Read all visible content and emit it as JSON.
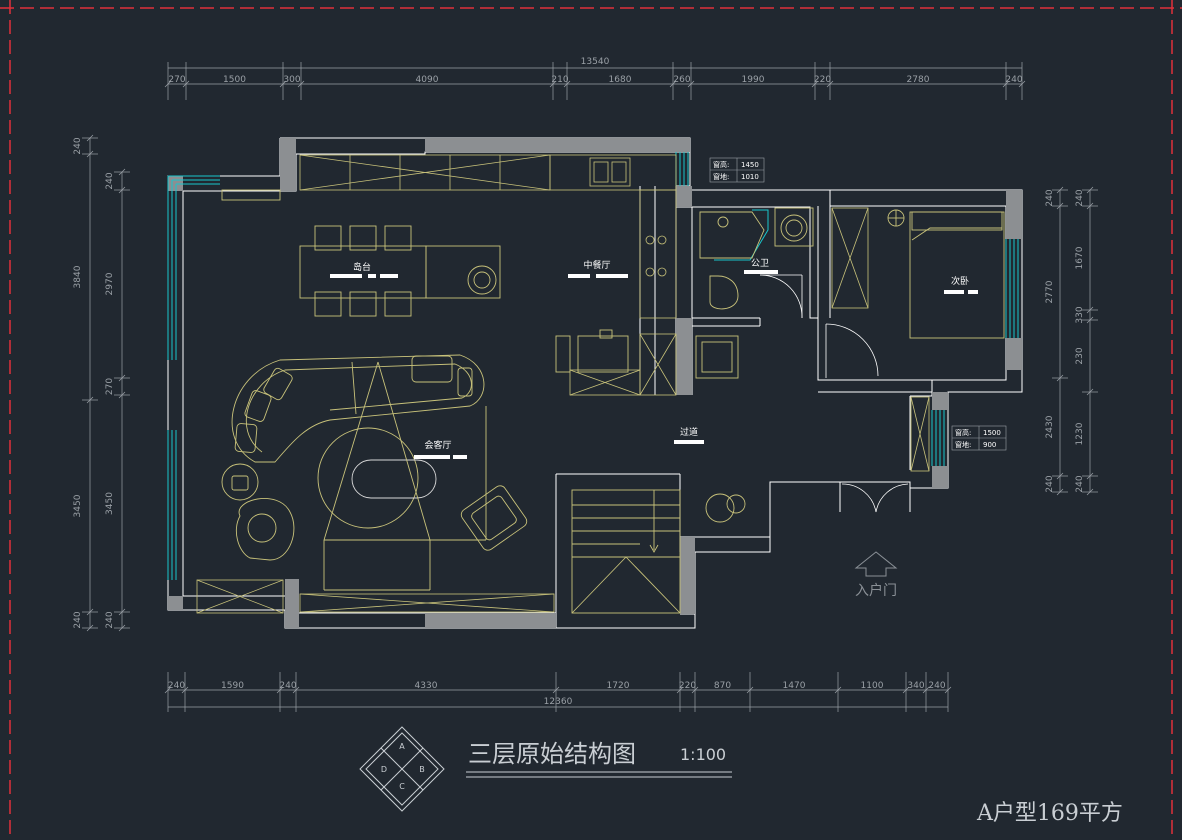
{
  "dimensions": {
    "top_total": "13540",
    "top": [
      "270",
      "1500",
      "300",
      "4090",
      "210",
      "1680",
      "260",
      "1990",
      "220",
      "2780",
      "240"
    ],
    "bottom_total": "12360",
    "bottom": [
      "240",
      "1590",
      "240",
      "4330",
      "1720",
      "220",
      "870",
      "1470",
      "1100",
      "340",
      "240"
    ],
    "left_outer": [
      "240",
      "3840",
      "3450",
      "240"
    ],
    "left_inner": [
      "240",
      "2970",
      "270",
      "3450",
      "240"
    ],
    "right_outer": [
      "240",
      "2770",
      "2430",
      "240"
    ],
    "right_inner": [
      "240",
      "1670",
      "330",
      "230",
      "1230",
      "240"
    ]
  },
  "rooms": {
    "island": "岛台",
    "dining": "中餐厅",
    "bath": "公卫",
    "bedroom": "次卧",
    "living": "会客厅",
    "corridor": "过道"
  },
  "windows": {
    "w1_sill_label": "窗高:",
    "w1_sill": "1450",
    "w1_width_label": "窗地:",
    "w1_width": "1010",
    "w2_sill_label": "窗高:",
    "w2_sill": "1500",
    "w2_width_label": "窗地:",
    "w2_width": "900"
  },
  "entry_label": "入户门",
  "title": "三层原始结构图",
  "scale": "1:100",
  "axis_labels": [
    "A",
    "B",
    "C",
    "D"
  ],
  "plan_type": "A户型169平方",
  "colors": {
    "background": "#212830",
    "wall": "#ffffff",
    "furniture": "#c8c27a",
    "window": "#19c6cc",
    "border": "#e0303a"
  }
}
